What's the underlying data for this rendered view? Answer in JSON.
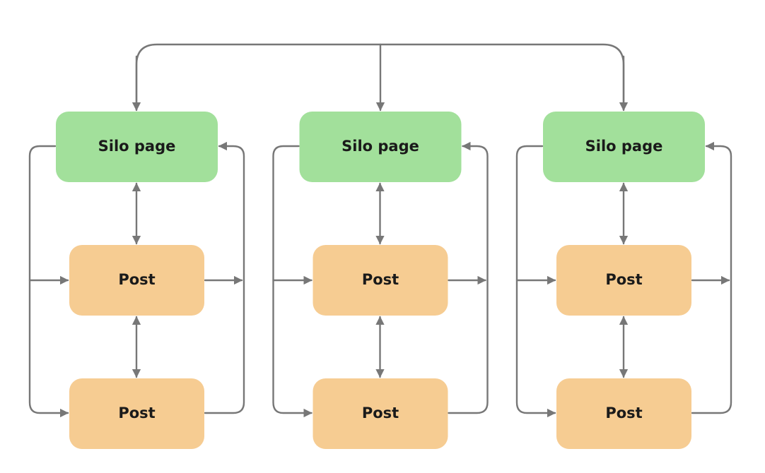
{
  "diagram": {
    "silos": [
      {
        "silo_label": "Silo page",
        "post_labels": [
          "Post",
          "Post"
        ]
      },
      {
        "silo_label": "Silo page",
        "post_labels": [
          "Post",
          "Post"
        ]
      },
      {
        "silo_label": "Silo page",
        "post_labels": [
          "Post",
          "Post"
        ]
      }
    ],
    "colors": {
      "silo_fill": "#a2e09b",
      "post_fill": "#f6cc92",
      "connector": "#777777",
      "text": "#1a1a1a"
    }
  }
}
